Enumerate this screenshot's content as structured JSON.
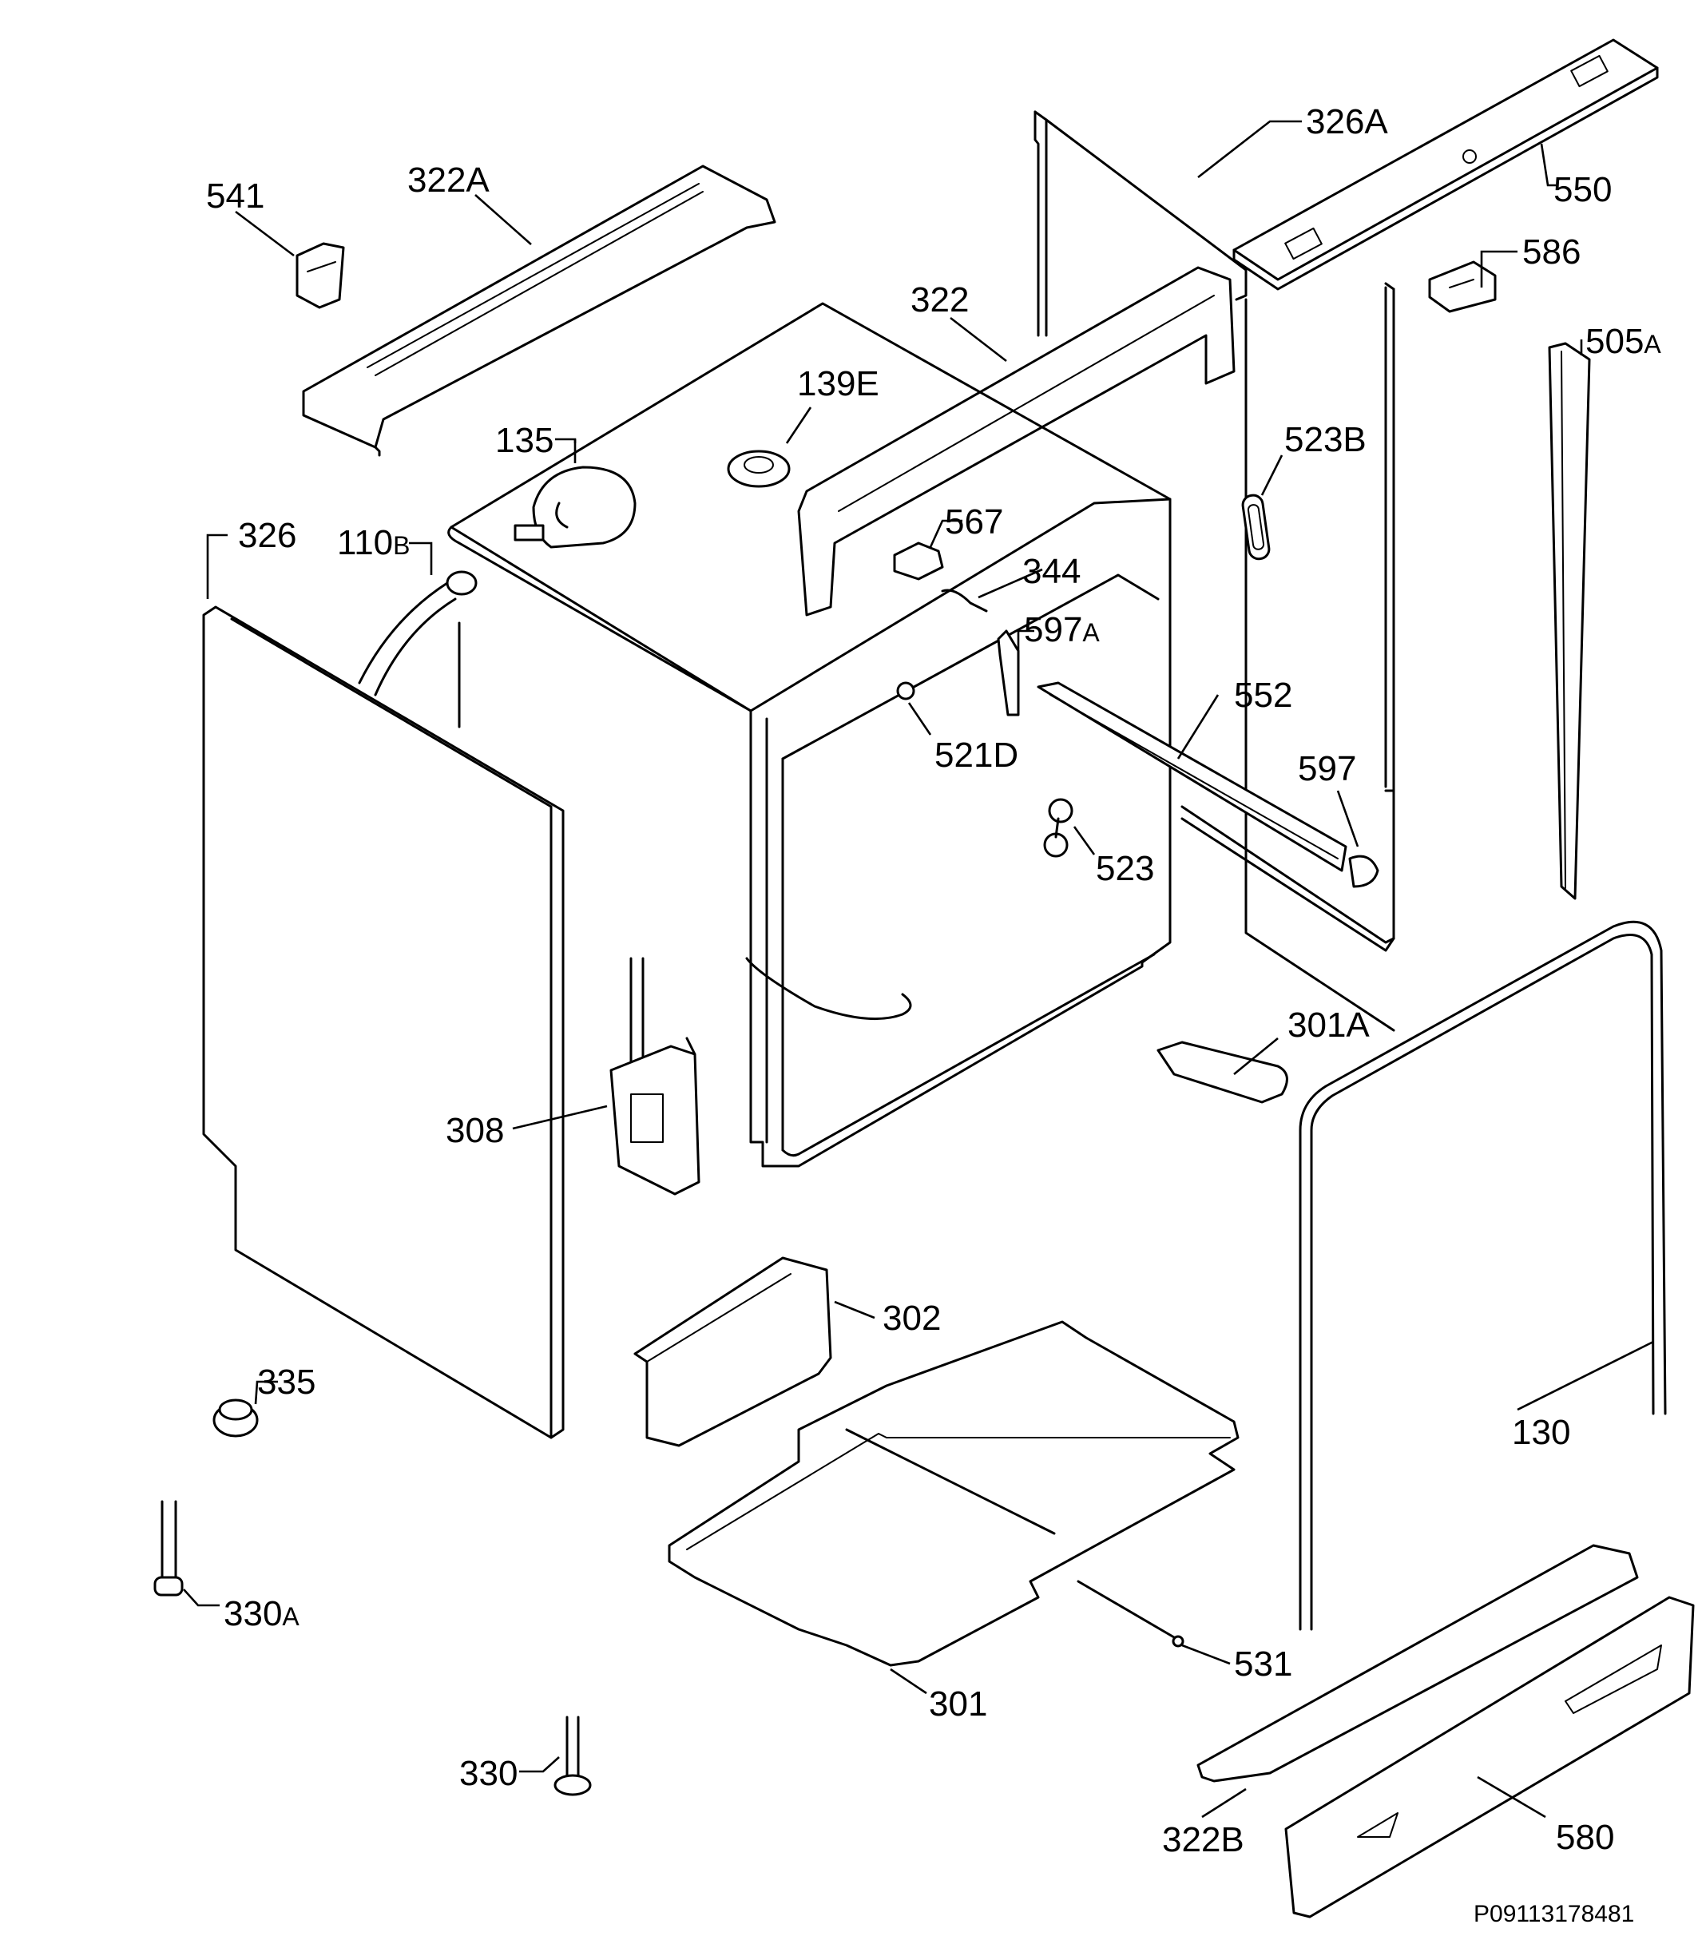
{
  "labels": {
    "l326A": "326A",
    "l550": "550",
    "l541": "541",
    "l322A": "322A",
    "l586": "586",
    "l322": "322",
    "l505": "505",
    "l505s": "A",
    "l139E": "139E",
    "l135": "135",
    "l523B": "523B",
    "l567": "567",
    "l326": "326",
    "l110": "110",
    "l110s": "B",
    "l344": "344",
    "l597A": "597",
    "l597As": "A",
    "l552": "552",
    "l521D": "521D",
    "l597": "597",
    "l523": "523",
    "l301A": "301A",
    "l308": "308",
    "l302": "302",
    "l335": "335",
    "l130": "130",
    "l330A": "330",
    "l330As": "A",
    "l531": "531",
    "l301": "301",
    "l330": "330",
    "l322B": "322B",
    "l580": "580"
  },
  "footer": {
    "code": "P09113178481"
  }
}
